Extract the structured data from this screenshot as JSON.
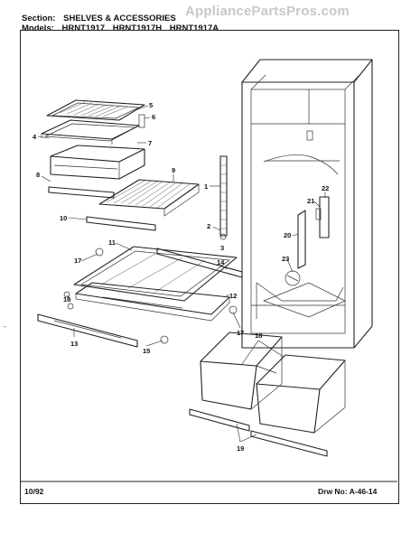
{
  "watermark": "AppliancePartsPros.com",
  "header": {
    "section_label": "Section:",
    "section_value": "SHELVES & ACCESSORIES",
    "models_label": "Models:",
    "models": [
      "HRNT1917",
      "HRNT1917H",
      "HRNT1917A"
    ]
  },
  "footer": {
    "date": "10/92",
    "drawing_number": "Drw No: A-46-14"
  },
  "callouts": [
    "5",
    "6",
    "4",
    "7",
    "8",
    "9",
    "1",
    "10",
    "2",
    "3",
    "21",
    "22",
    "20",
    "23",
    "11",
    "14",
    "17",
    "16",
    "12",
    "13",
    "15",
    "17",
    "18",
    "19"
  ]
}
